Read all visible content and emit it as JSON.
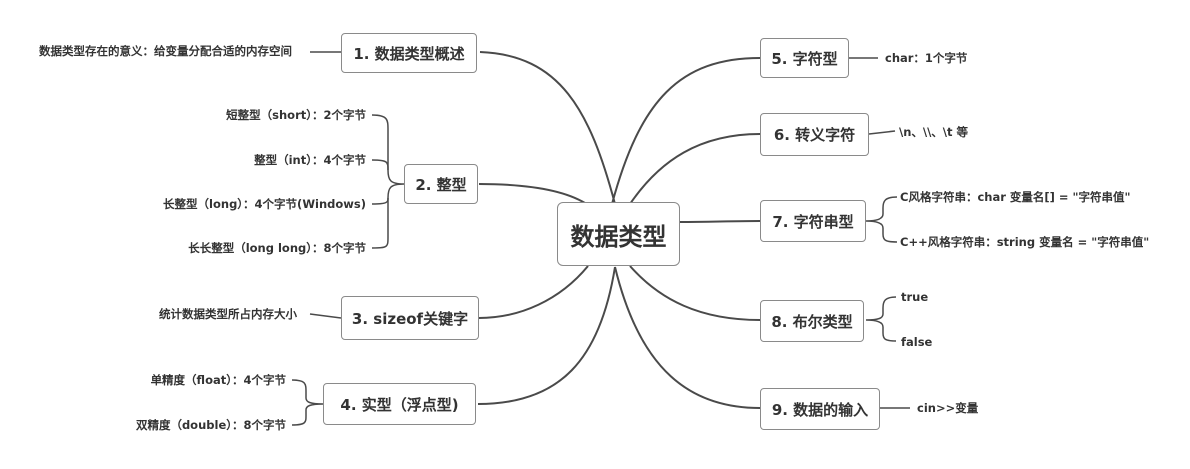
{
  "central": "数据类型",
  "topics": [
    {
      "id": "t1",
      "label": "1. 数据类型概述",
      "leaves": [
        "数据类型存在的意义：给变量分配合适的内存空间"
      ]
    },
    {
      "id": "t2",
      "label": "2. 整型",
      "leaves": [
        "短整型（short）：2个字节",
        "整型（int）：4个字节",
        "长整型（long）：4个字节(Windows)",
        "长长整型（long long）：8个字节"
      ]
    },
    {
      "id": "t3",
      "label": "3. sizeof关键字",
      "leaves": [
        "统计数据类型所占内存大小"
      ]
    },
    {
      "id": "t4",
      "label": "4. 实型（浮点型)",
      "leaves": [
        "单精度（float）：4个字节",
        "双精度（double）：8个字节"
      ]
    },
    {
      "id": "t5",
      "label": "5. 字符型",
      "leaves": [
        "char：1个字节"
      ]
    },
    {
      "id": "t6",
      "label": "6. 转义字符",
      "leaves": [
        "\\n、\\\\、\\t 等"
      ]
    },
    {
      "id": "t7",
      "label": "7. 字符串型",
      "leaves": [
        "C风格字符串：char 变量名[] = \"字符串值\"",
        "C++风格字符串：string 变量名 = \"字符串值\""
      ]
    },
    {
      "id": "t8",
      "label": "8. 布尔类型",
      "leaves": [
        "true",
        "false"
      ]
    },
    {
      "id": "t9",
      "label": "9. 数据的输入",
      "leaves": [
        "cin>>变量"
      ]
    }
  ]
}
